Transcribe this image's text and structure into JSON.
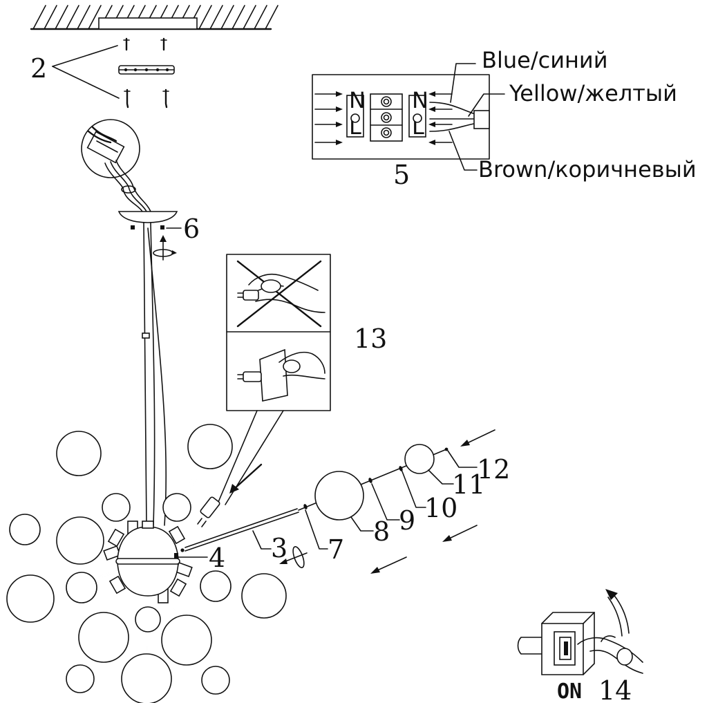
{
  "callouts": {
    "c2": "2",
    "c3": "3",
    "c4": "4",
    "c5": "5",
    "c6": "6",
    "c7": "7",
    "c8": "8",
    "c9": "9",
    "c10": "10",
    "c11": "11",
    "c12": "12",
    "c13": "13",
    "c14": "14"
  },
  "wires": {
    "blue": "Blue/синий",
    "yellow": "Yellow/желтый",
    "brown": "Brown/коричневый"
  },
  "terminal_letters": {
    "n": "N",
    "l": "L"
  },
  "switch": {
    "on": "ON"
  },
  "icons": [
    "screw-icon",
    "mounting-bracket-icon",
    "terminal-block-icon",
    "bulb-icon",
    "hand-icon",
    "wall-switch-icon",
    "arrow-icon",
    "rotate-icon",
    "chandelier-icon"
  ]
}
